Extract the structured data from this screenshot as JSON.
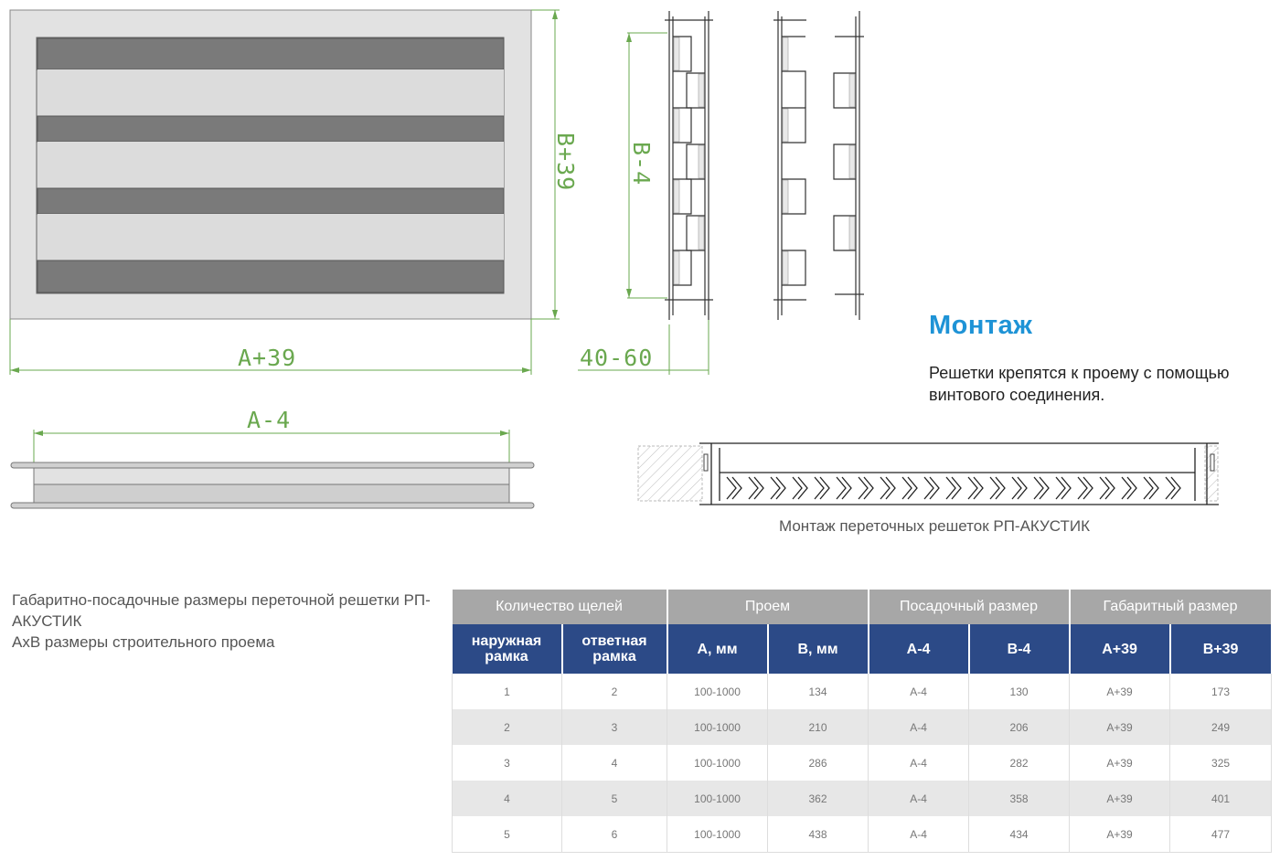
{
  "drawing": {
    "dim_a39": "A+39",
    "dim_b39": "B+39",
    "dim_b4": "B-4",
    "dim_4060": "40-60",
    "dim_a4": "A-4"
  },
  "mount": {
    "title": "Монтаж",
    "description": "Решетки крепятся к проему с помощью винтового соединения.",
    "caption": "Монтаж переточных решеток РП-АКУСТИК"
  },
  "dims_note": {
    "line1": "Габаритно-посадочные размеры переточной решетки РП-АКУСТИК",
    "line2": "AxB размеры строительного проема"
  },
  "table": {
    "groups": [
      "Количество щелей",
      "Проем",
      "Посадочный размер",
      "Габаритный размер"
    ],
    "columns": [
      "наружная рамка",
      "ответная рамка",
      "A, мм",
      "B, мм",
      "A-4",
      "B-4",
      "A+39",
      "B+39"
    ],
    "rows": [
      [
        "1",
        "2",
        "100-1000",
        "134",
        "A-4",
        "130",
        "A+39",
        "173"
      ],
      [
        "2",
        "3",
        "100-1000",
        "210",
        "A-4",
        "206",
        "A+39",
        "249"
      ],
      [
        "3",
        "4",
        "100-1000",
        "286",
        "A-4",
        "282",
        "A+39",
        "325"
      ],
      [
        "4",
        "5",
        "100-1000",
        "362",
        "A-4",
        "358",
        "A+39",
        "401"
      ],
      [
        "5",
        "6",
        "100-1000",
        "438",
        "A-4",
        "434",
        "A+39",
        "477"
      ]
    ]
  },
  "colors": {
    "accent": "#1e93d6",
    "header_navy": "#2c4a87",
    "header_gray": "#a7a7a7",
    "dimension_green": "#6aa84f",
    "slot_dark": "#7a7a7a",
    "panel_light": "#e2e2e2"
  }
}
